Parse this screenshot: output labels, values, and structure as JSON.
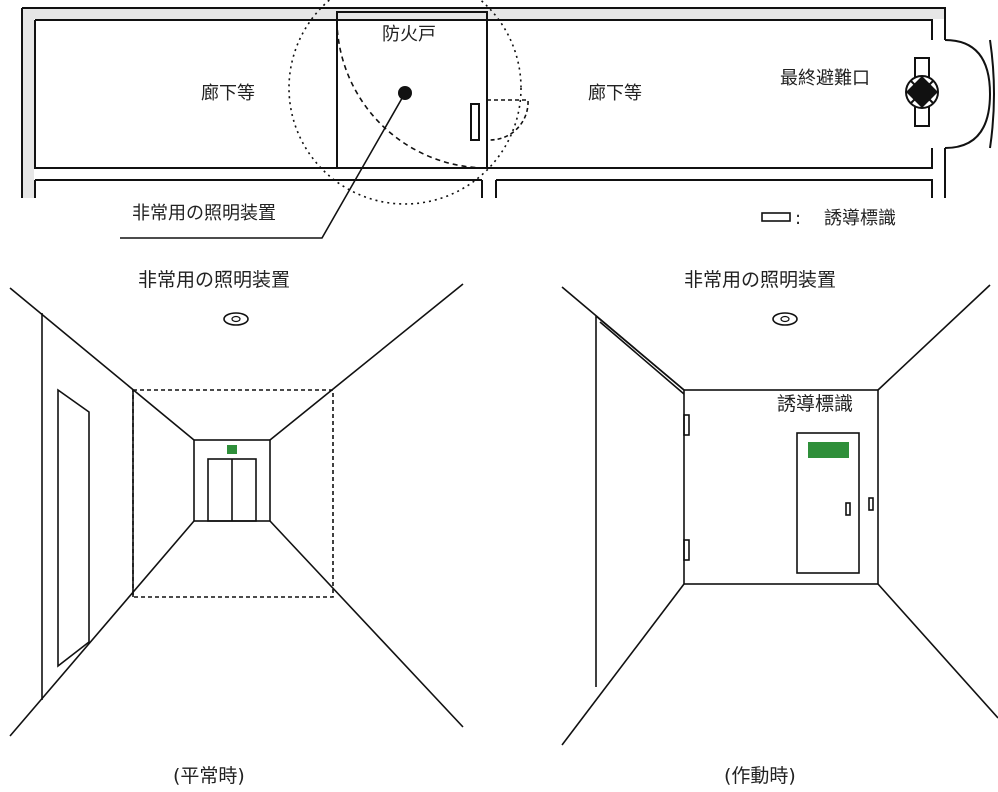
{
  "floor_plan": {
    "fire_door_label": "防火戸",
    "corridor_left_label": "廊下等",
    "corridor_right_label": "廊下等",
    "final_exit_label": "最終避難口",
    "emergency_light_label": "非常用の照明装置",
    "legend_label": "誘導標識"
  },
  "normal_view": {
    "light_label": "非常用の照明装置",
    "caption": "(平常時)"
  },
  "active_view": {
    "light_label": "非常用の照明装置",
    "sign_label": "誘導標識",
    "caption": "(作動時)"
  },
  "colors": {
    "line": "#111111",
    "wall_fill": "#e6e6e6",
    "exit_sign_green": "#2f8f3a"
  }
}
